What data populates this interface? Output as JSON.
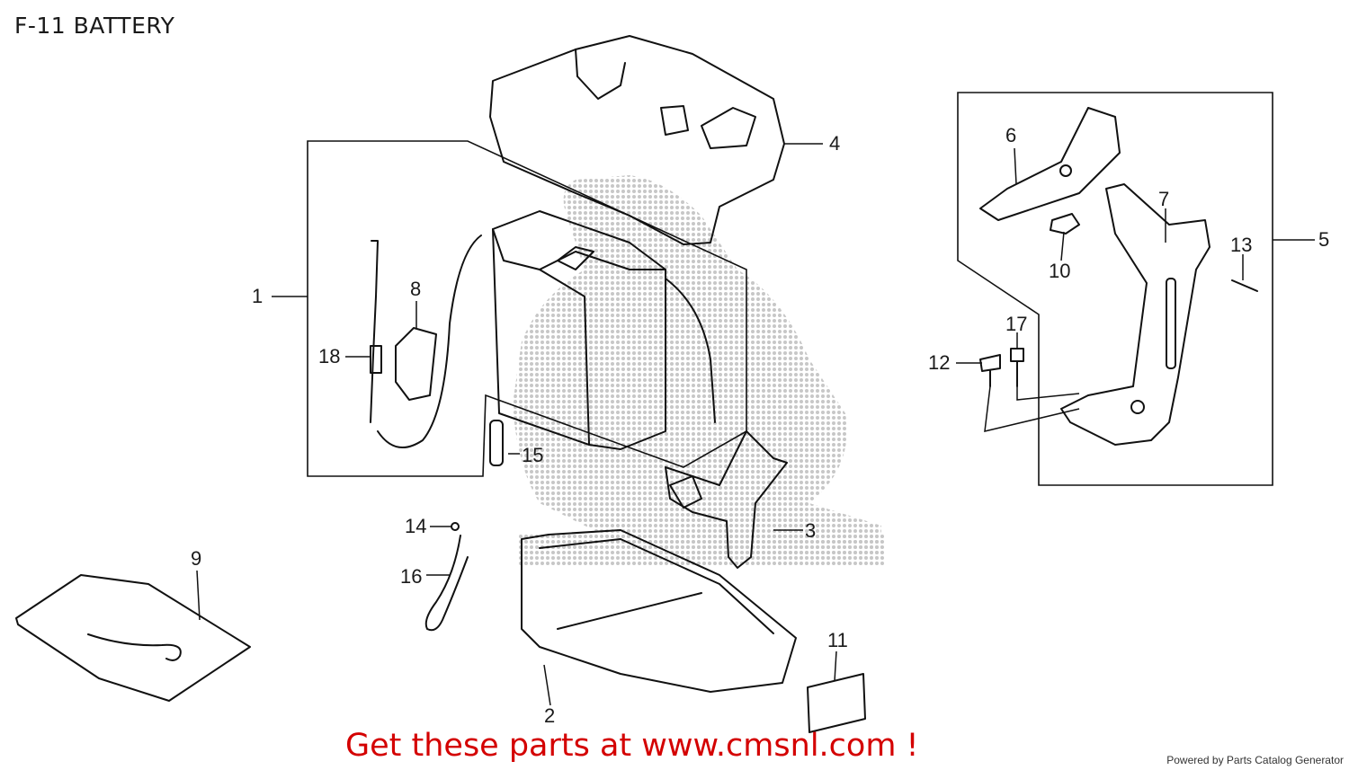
{
  "title": "F-11 BATTERY",
  "cta_text": "Get these parts at www.cmsnl.com !",
  "footer": "Powered by Parts Catalog Generator",
  "callouts": [
    "1",
    "2",
    "3",
    "4",
    "5",
    "6",
    "7",
    "8",
    "9",
    "10",
    "11",
    "12",
    "13",
    "14",
    "15",
    "16",
    "17",
    "18"
  ],
  "colors": {
    "cta": "#d40000",
    "line": "#111111",
    "watermark": "#b4b4b4"
  }
}
